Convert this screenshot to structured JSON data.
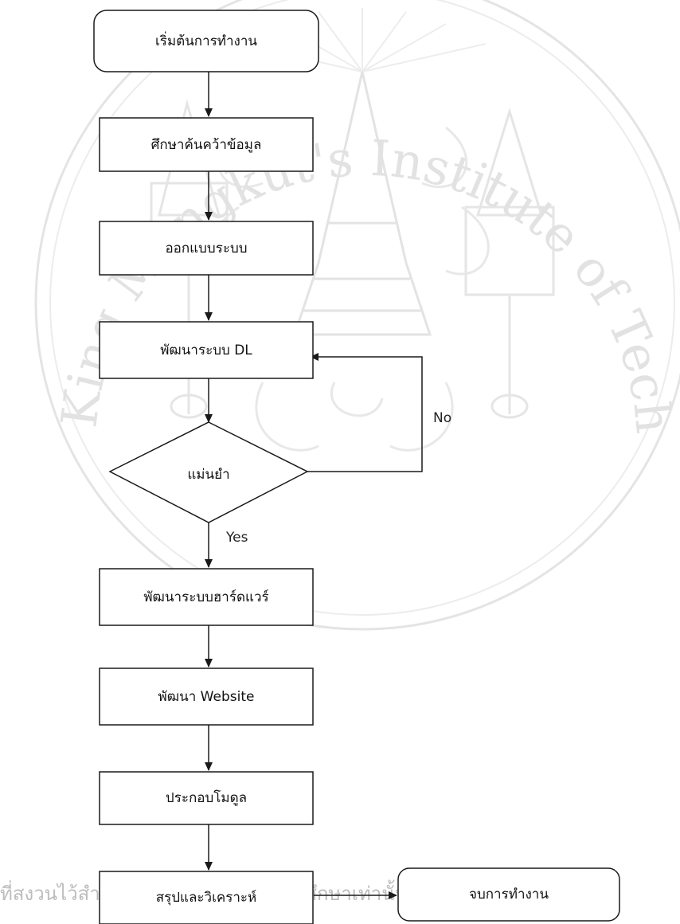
{
  "flowchart": {
    "start": "เริ่มต้นการทำงาน",
    "research": "ศึกษาค้นคว้าข้อมูล",
    "design": "ออกแบบระบบ",
    "develop_dl": "พัฒนาระบบ DL",
    "decision": "แม่นยำ",
    "decision_no": "No",
    "decision_yes": "Yes",
    "hardware": "พัฒนาระบบฮาร์ดแวร์",
    "website": "พัฒนา Website",
    "assemble": "ประกอบโมดูล",
    "conclude": "สรุปและวิเคราะห์",
    "end": "จบการทำงาน"
  },
  "watermark": {
    "arc_text": "King Mongkut's Institute of Technology Ladkrabang",
    "footer_text": "ที่สงวนไว้สำหรับการวิเคราะห์เพื่อการศึกษาเท่านั้น ไม่อนุญาตให้นำไปใช้"
  },
  "colors": {
    "line": "#1a1a1a",
    "node_fill": "#ffffff",
    "watermark": "#dcdcdc"
  }
}
